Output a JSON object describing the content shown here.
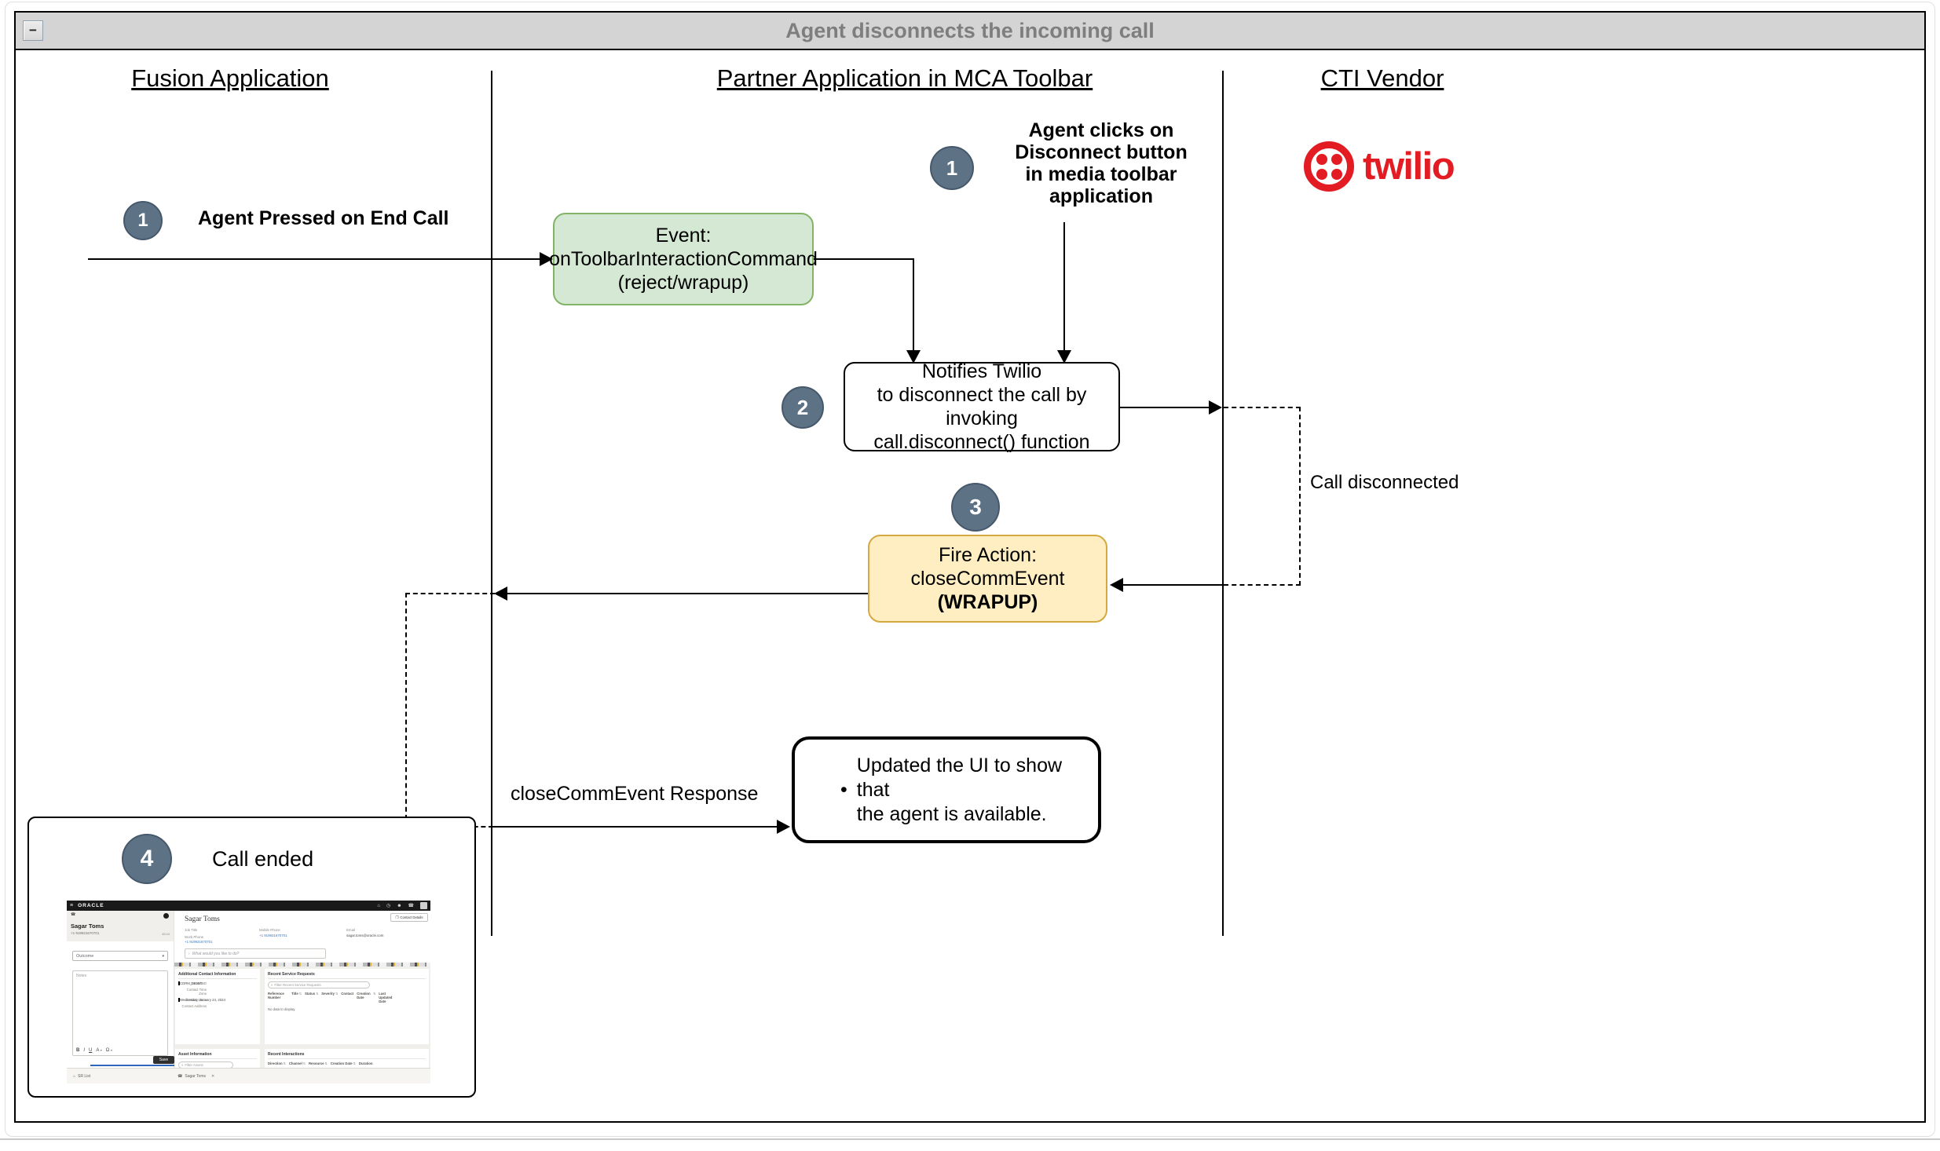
{
  "window": {
    "title": "Agent disconnects the incoming call",
    "collapse_glyph": "−"
  },
  "lanes": {
    "fusion": "Fusion Application",
    "partner": "Partner Application in MCA Toolbar",
    "cti": "CTI Vendor"
  },
  "brand": {
    "twilio_wordmark": "twilio"
  },
  "colors": {
    "titlebar_gray": "#d4d4d4",
    "title_text": "#7e7e7e",
    "badge_fill": "#5d7285",
    "badge_border": "#46586b",
    "green_fill": "#d5e8d4",
    "green_border": "#82b366",
    "yellow_fill": "#ffeec2",
    "yellow_border": "#d3a940",
    "twilio_red": "#e31b23",
    "accent_blue": "#2f66c0"
  },
  "flow": {
    "step1_left": {
      "num": "1",
      "label": "Agent Pressed on End Call"
    },
    "step1_right": {
      "num": "1",
      "lines": [
        "Agent clicks on",
        "Disconnect button",
        "in media toolbar",
        "application"
      ]
    },
    "event_box": {
      "lines": [
        "Event:",
        "onToolbarInteractionCommand",
        "(reject/wrapup)"
      ]
    },
    "step2": {
      "num": "2"
    },
    "notify_box": {
      "lines": [
        "Notifies Twilio",
        "to disconnect the call by invoking",
        "call.disconnect() function"
      ]
    },
    "call_disconnected_label": "Call disconnected",
    "step3": {
      "num": "3"
    },
    "fire_box": {
      "line1": "Fire Action:",
      "line2": "closeCommEvent",
      "line3": "(WRAPUP)"
    },
    "response_label": "closeCommEvent Response",
    "result_box": {
      "bullet": "•",
      "lines": [
        "Updated the UI to show that",
        "the agent is available."
      ]
    },
    "step4": {
      "num": "4",
      "label": "Call ended"
    }
  },
  "mini": {
    "topbar": {
      "menu": "≡",
      "brand": "ORACLE",
      "icons": [
        "home-icon",
        "notifications-icon",
        "agent-status-icon",
        "phone-icon"
      ]
    },
    "softphone": {
      "name": "Sagar Toms",
      "number": "+1 919921670701",
      "timer": "45:04",
      "outcome": "Outcome",
      "notes": "Notes",
      "fmt": [
        "B",
        "I",
        "U",
        "A",
        "Ω"
      ],
      "save": "Save"
    },
    "contact": {
      "name": "Sagar Toms",
      "details_btn": "Contact Details",
      "job_title_label": "Job Title",
      "work_phone_label": "Work Phone",
      "work_phone": "+1 919921670701",
      "mobile_label": "Mobile Phone",
      "mobile": "+1 919921670701",
      "email_label": "Email",
      "email": "sagar.toms@oracle.com",
      "assistant_prompt": "What would you like to do?"
    },
    "aci": {
      "title": "Additional Contact Information",
      "rows": [
        {
          "l": "Contact ID",
          "v": "CDRM_951675"
        },
        {
          "l": "Contact Time Zone",
          "v": ""
        },
        {
          "l": "Contact Since",
          "v": "Wednesday, January 24, 2024"
        },
        {
          "l": "Contact Address",
          "v": ""
        }
      ]
    },
    "rsr": {
      "title": "Recent Service Requests",
      "filter": "Filter Recent Service Requests",
      "headers": [
        "Reference Number",
        "Title",
        "Status",
        "Severity",
        "Contact",
        "Creation Date",
        "Last Updated Date"
      ],
      "empty": "No data to display."
    },
    "asset": {
      "title": "Asset Information",
      "filter": "Filter Assets"
    },
    "ri": {
      "title": "Recent Interactions",
      "headers": [
        "Direction",
        "Channel",
        "Resource",
        "Creation Date",
        "Duration"
      ]
    },
    "tabs": {
      "sr": "SR List",
      "contact": "Sagar Toms"
    }
  }
}
